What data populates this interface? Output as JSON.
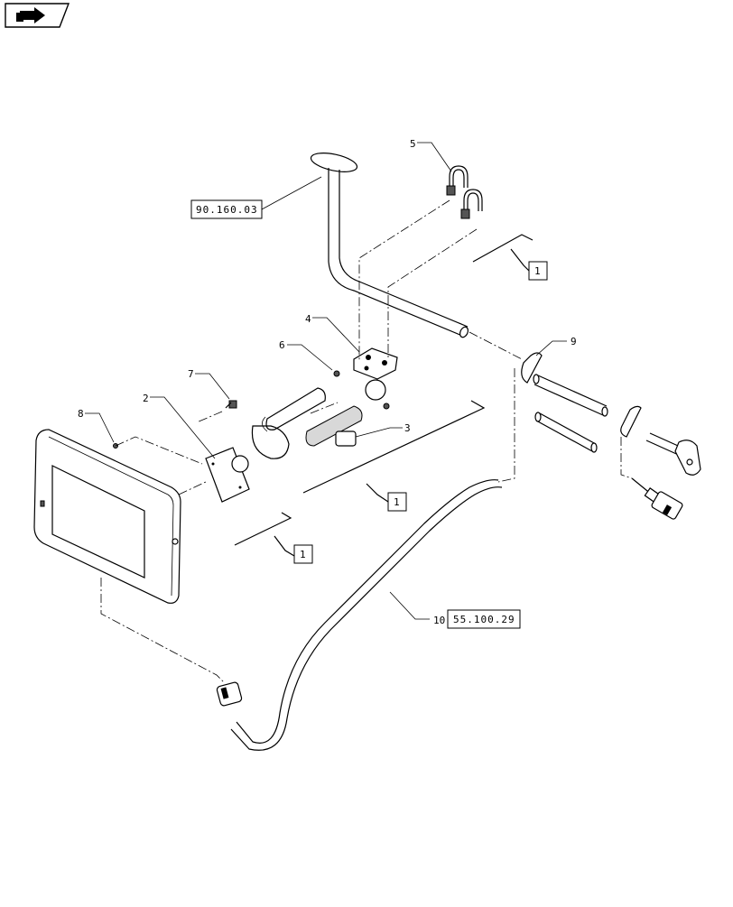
{
  "icons": {
    "nav_corner": "next-page-arrow-icon"
  },
  "callouts": {
    "c2": "2",
    "c3": "3",
    "c4": "4",
    "c5": "5",
    "c6": "6",
    "c7": "7",
    "c8": "8",
    "c9": "9",
    "c10": "10"
  },
  "refs": {
    "bracket_ref": "90.160.03",
    "harness_ref": "55.100.29"
  },
  "boxes": {
    "b1": "1",
    "b2": "1",
    "b3": "1"
  }
}
